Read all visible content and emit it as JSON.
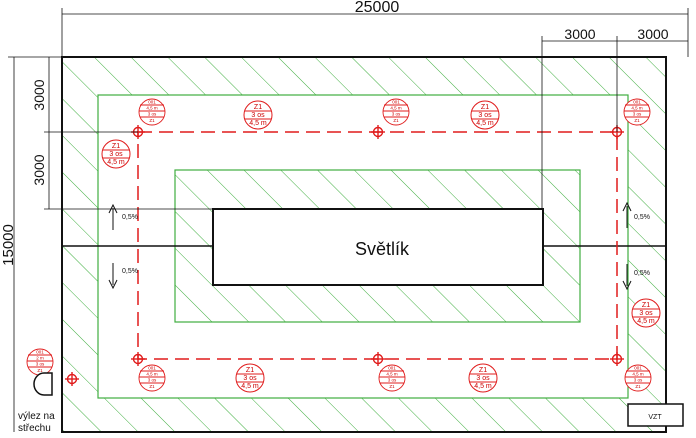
{
  "dimensions": {
    "total_width": "25000",
    "right_offset_1": "3000",
    "right_offset_2": "3000",
    "total_height": "15000",
    "top_offset_1": "3000",
    "top_offset_2": "3000"
  },
  "skylight_label": "Světlík",
  "exit_label": [
    "výlez na",
    "střechu"
  ],
  "vzt_label": "VZT",
  "slope": "0,5%",
  "z1_tag": [
    "Z1",
    "3 os",
    "4,5 m"
  ],
  "detail_tag": [
    "001",
    "4,5 m",
    "3 os",
    "Z1"
  ],
  "corner_tag": [
    "001",
    "2 m",
    "3 os",
    "Z1"
  ],
  "colors": {
    "hatch": "#3fae3f",
    "line": "#e01c1c",
    "ink": "#111111"
  }
}
